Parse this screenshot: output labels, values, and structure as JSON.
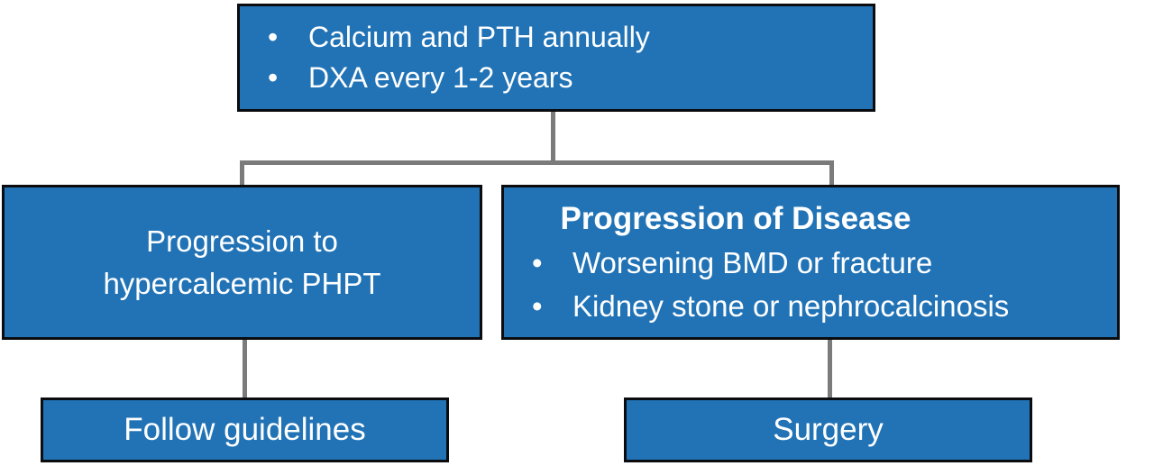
{
  "colors": {
    "background": "#ffffff",
    "box_fill": "#2173b6",
    "box_border": "#0a0c10",
    "connector": "#7b7b7b",
    "text_color": "#ffffff"
  },
  "bullet_char": "•",
  "boxes": {
    "monitoring": {
      "bullets": [
        "Calcium and PTH annually",
        "DXA every 1-2 years"
      ]
    },
    "left_condition": {
      "lines": [
        "Progression to",
        "hypercalcemic PHPT"
      ]
    },
    "right_condition": {
      "title": "Progression of Disease",
      "bullets": [
        "Worsening BMD or fracture",
        "Kidney stone or nephrocalcinosis"
      ]
    },
    "left_outcome": {
      "label": "Follow guidelines"
    },
    "right_outcome": {
      "label": "Surgery"
    }
  }
}
